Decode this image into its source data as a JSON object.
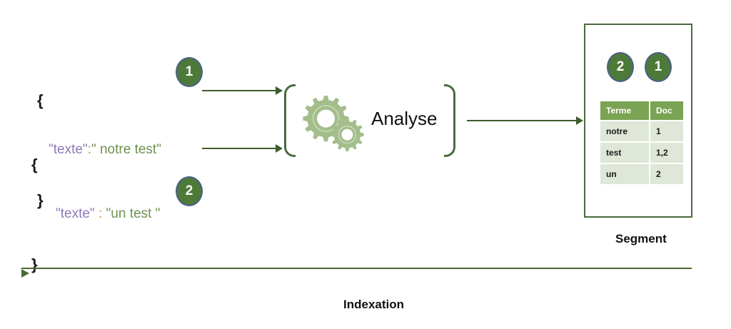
{
  "documents": [
    {
      "badge": "1",
      "open_brace": "{",
      "key": "\"texte\"",
      "colon": ":",
      "value": "\" notre test\"",
      "close_brace": "}"
    },
    {
      "badge": "2",
      "open_brace": "{",
      "key": "\"texte\"",
      "colon": " : ",
      "value": "\"un test \"",
      "close_brace": "}"
    }
  ],
  "analyse": {
    "label": "Analyse",
    "icon": "gears-icon",
    "left_bracket": "(",
    "right_bracket": ")"
  },
  "segment": {
    "caption": "Segment",
    "badges": [
      "2",
      "1"
    ],
    "table": {
      "headers": [
        "Terme",
        "Doc"
      ],
      "rows": [
        [
          "notre",
          "1"
        ],
        [
          "test",
          "1,2"
        ],
        [
          "un",
          "2"
        ]
      ]
    }
  },
  "timeline": {
    "caption": "Indexation"
  },
  "colors": {
    "arrow_green": "#3f5c2c",
    "timeline_green": "#4a6b33",
    "badge_fill": "#4e7a39",
    "badge_border": "#4a5f86",
    "table_header": "#7aa353",
    "table_cell": "#dfe7d8",
    "box_border": "#4a6b3f",
    "gear_green": "#a3bd8b",
    "json_key": "#8b79b8",
    "json_colon": "#d98b2b",
    "json_value": "#6f9150",
    "background": "#ffffff"
  }
}
